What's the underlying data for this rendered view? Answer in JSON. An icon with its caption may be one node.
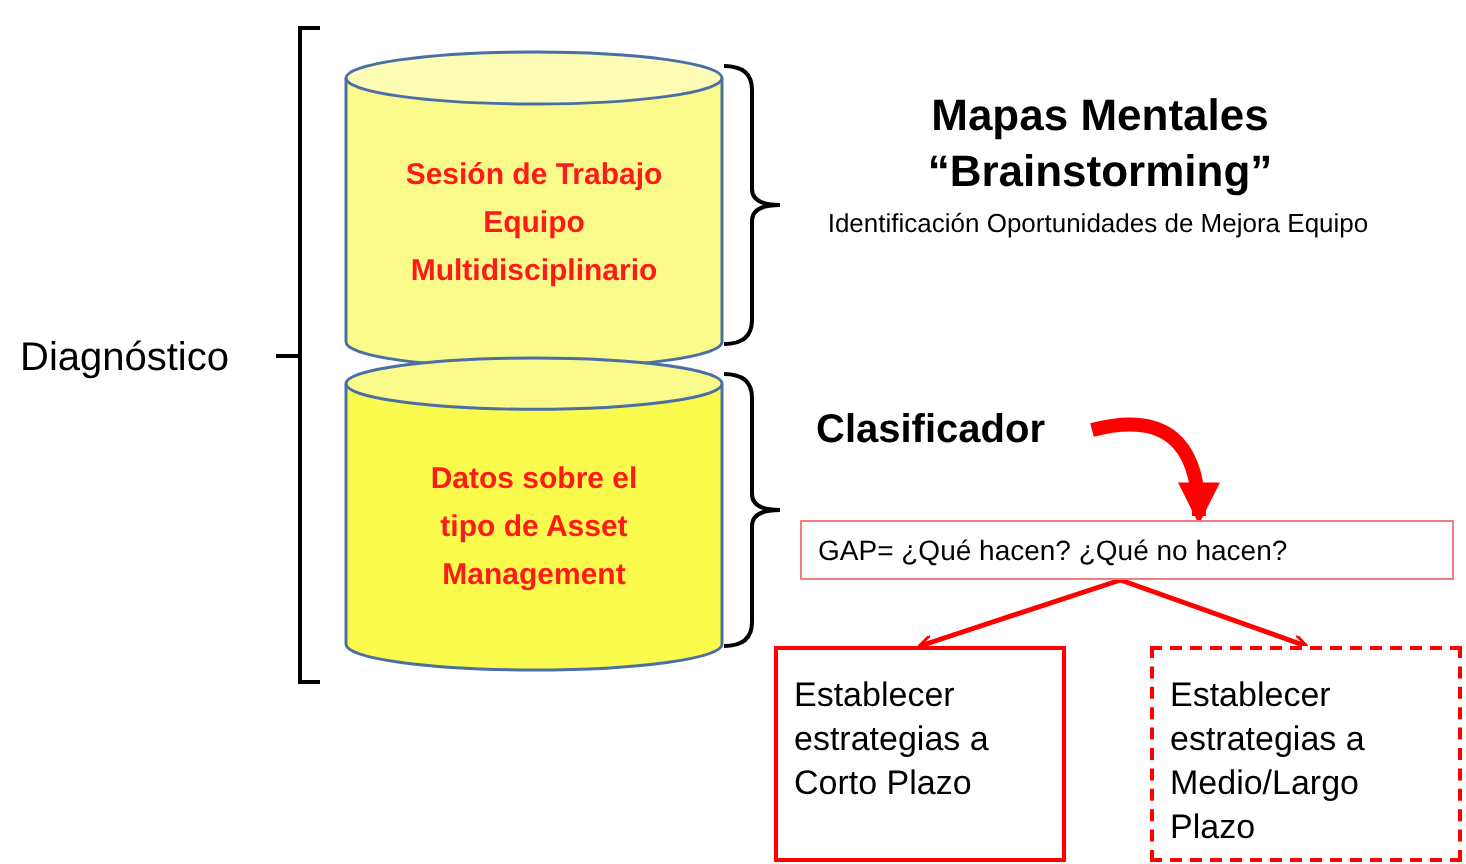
{
  "diagram": {
    "nodes": [
      {
        "text": [
          "Sesión de Trabajo Equipo Multidisciplinario"
        ]
      },
      {
        "text": [
          "Datos sobre el tipo de Asset Management"
        ]
      },
      {
        "text": [
          "Clasificador"
        ]
      },
      {
        "text": [
          "GAP= ¿Qué hacen? ¿Qué no hacen?"
        ]
      },
      {
        "text": [
          "Establecer estrategias a Corto Plazo"
        ]
      },
      {
        "text": [
          "Establecer estrategias a Medio/Largo Plazo"
        ]
      }
    ],
    "edges": [
      {
        "from": 2,
        "to": 3,
        "arrow": "to",
        "style": "thick"
      },
      {
        "from": 3,
        "to": 4,
        "arrow": "to"
      },
      {
        "from": 3,
        "to": 5,
        "arrow": "to"
      }
    ],
    "labels": [
      "Diagnóstico",
      "Mapas Mentales",
      "“Brainstorming”",
      "Identificación Oportunidades de Mejora Equipo"
    ]
  }
}
